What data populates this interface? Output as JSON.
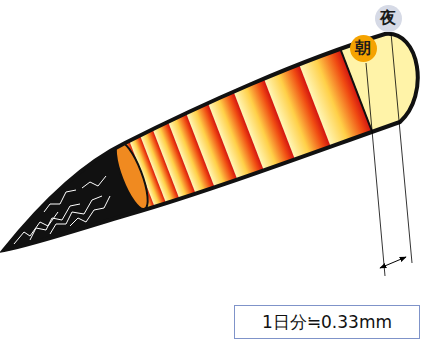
{
  "diagram": {
    "nodes": [
      {
        "text": [
          "朝"
        ]
      },
      {
        "text": [
          "夜"
        ]
      },
      {
        "text": [
          "1日分≒0.33mm"
        ]
      }
    ]
  }
}
